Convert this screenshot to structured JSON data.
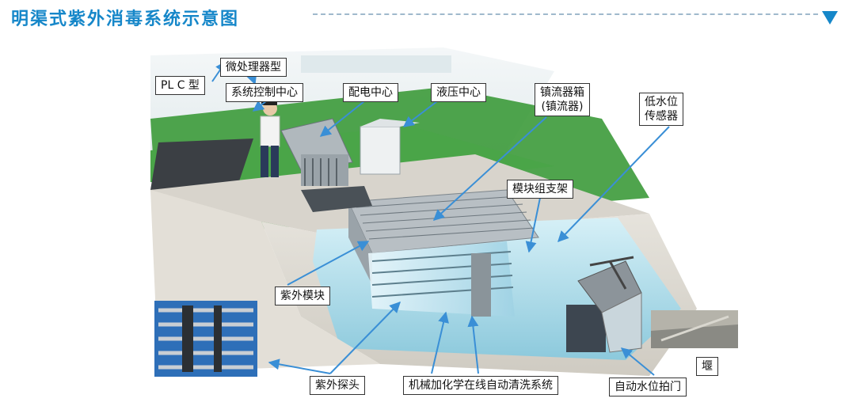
{
  "title": "明渠式紫外消毒系统示意图",
  "labels": {
    "plc": "PL C 型",
    "microprocessor": "微处理器型",
    "control_center": "系统控制中心",
    "power_center": "配电中心",
    "hydraulic_center": "液压中心",
    "ballast_box": "镇流器箱\n(镇流器)",
    "low_level_sensor": "低水位\n传感器",
    "module_bracket": "模块组支架",
    "uv_module": "紫外模块",
    "uv_probe": "紫外探头",
    "cleaning_system": "机械加化学在线自动清洗系统",
    "auto_gate": "自动水位拍门",
    "weir": "堰"
  },
  "colors": {
    "accent": "#1687c9",
    "arrow": "#3a8fd6",
    "water": "#bfe3ef",
    "grass": "#3c9a3a"
  }
}
